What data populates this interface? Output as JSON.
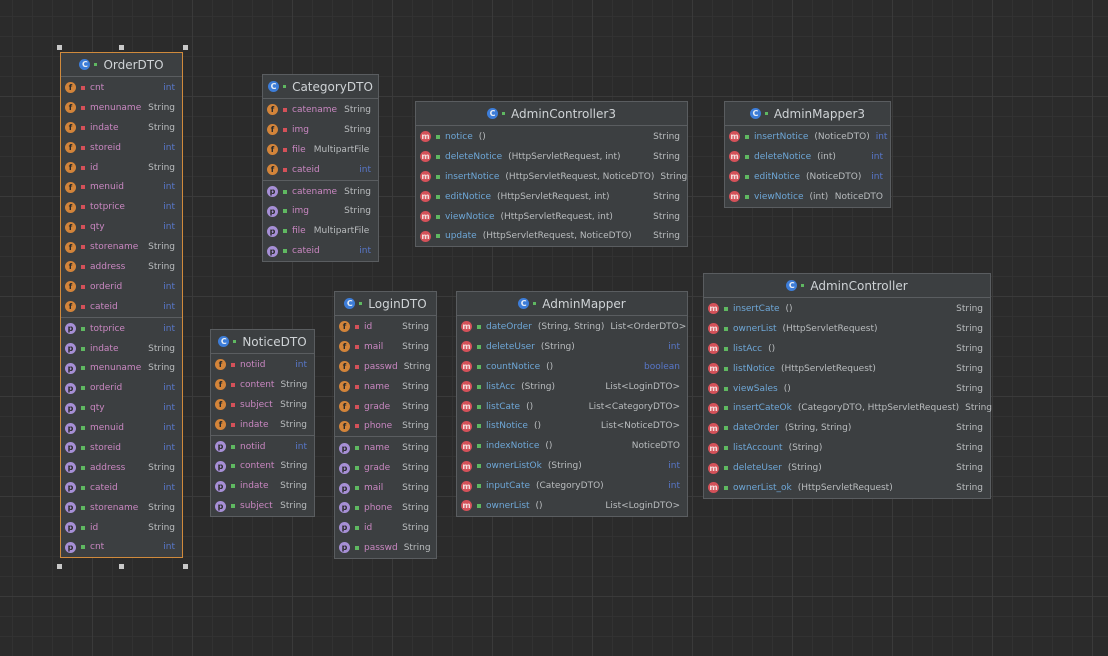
{
  "classes": {
    "orderdto": {
      "name": "OrderDTO",
      "fields": [
        {
          "name": "cnt",
          "type": "int"
        },
        {
          "name": "menuname",
          "type": "String"
        },
        {
          "name": "indate",
          "type": "String"
        },
        {
          "name": "storeid",
          "type": "int"
        },
        {
          "name": "id",
          "type": "String"
        },
        {
          "name": "menuid",
          "type": "int"
        },
        {
          "name": "totprice",
          "type": "int"
        },
        {
          "name": "qty",
          "type": "int"
        },
        {
          "name": "storename",
          "type": "String"
        },
        {
          "name": "address",
          "type": "String"
        },
        {
          "name": "orderid",
          "type": "int"
        },
        {
          "name": "cateid",
          "type": "int"
        }
      ],
      "properties": [
        {
          "name": "totprice",
          "type": "int"
        },
        {
          "name": "indate",
          "type": "String"
        },
        {
          "name": "menuname",
          "type": "String"
        },
        {
          "name": "orderid",
          "type": "int"
        },
        {
          "name": "qty",
          "type": "int"
        },
        {
          "name": "menuid",
          "type": "int"
        },
        {
          "name": "storeid",
          "type": "int"
        },
        {
          "name": "address",
          "type": "String"
        },
        {
          "name": "cateid",
          "type": "int"
        },
        {
          "name": "storename",
          "type": "String"
        },
        {
          "name": "id",
          "type": "String"
        },
        {
          "name": "cnt",
          "type": "int"
        }
      ]
    },
    "categorydto": {
      "name": "CategoryDTO",
      "fields": [
        {
          "name": "catename",
          "type": "String"
        },
        {
          "name": "img",
          "type": "String"
        },
        {
          "name": "file",
          "type": "MultipartFile"
        },
        {
          "name": "cateid",
          "type": "int"
        }
      ],
      "properties": [
        {
          "name": "catename",
          "type": "String"
        },
        {
          "name": "img",
          "type": "String"
        },
        {
          "name": "file",
          "type": "MultipartFile"
        },
        {
          "name": "cateid",
          "type": "int"
        }
      ]
    },
    "noticedto": {
      "name": "NoticeDTO",
      "fields": [
        {
          "name": "notiid",
          "type": "int"
        },
        {
          "name": "content",
          "type": "String"
        },
        {
          "name": "subject",
          "type": "String"
        },
        {
          "name": "indate",
          "type": "String"
        }
      ],
      "properties": [
        {
          "name": "notiid",
          "type": "int"
        },
        {
          "name": "content",
          "type": "String"
        },
        {
          "name": "indate",
          "type": "String"
        },
        {
          "name": "subject",
          "type": "String"
        }
      ]
    },
    "logindto": {
      "name": "LoginDTO",
      "fields": [
        {
          "name": "id",
          "type": "String"
        },
        {
          "name": "mail",
          "type": "String"
        },
        {
          "name": "passwd",
          "type": "String"
        },
        {
          "name": "name",
          "type": "String"
        },
        {
          "name": "grade",
          "type": "String"
        },
        {
          "name": "phone",
          "type": "String"
        }
      ],
      "properties": [
        {
          "name": "name",
          "type": "String"
        },
        {
          "name": "grade",
          "type": "String"
        },
        {
          "name": "mail",
          "type": "String"
        },
        {
          "name": "phone",
          "type": "String"
        },
        {
          "name": "id",
          "type": "String"
        },
        {
          "name": "passwd",
          "type": "String"
        }
      ]
    },
    "admincontroller3": {
      "name": "AdminController3",
      "methods": [
        {
          "name": "notice",
          "params": "()",
          "ret": "String"
        },
        {
          "name": "deleteNotice",
          "params": "(HttpServletRequest, int)",
          "ret": "String"
        },
        {
          "name": "insertNotice",
          "params": "(HttpServletRequest, NoticeDTO)",
          "ret": "String"
        },
        {
          "name": "editNotice",
          "params": "(HttpServletRequest, int)",
          "ret": "String"
        },
        {
          "name": "viewNotice",
          "params": "(HttpServletRequest, int)",
          "ret": "String"
        },
        {
          "name": "update",
          "params": "(HttpServletRequest, NoticeDTO)",
          "ret": "String"
        }
      ]
    },
    "adminmapper3": {
      "name": "AdminMapper3",
      "methods": [
        {
          "name": "insertNotice",
          "params": "(NoticeDTO)",
          "ret": "int"
        },
        {
          "name": "deleteNotice",
          "params": "(int)",
          "ret": "int"
        },
        {
          "name": "editNotice",
          "params": "(NoticeDTO)",
          "ret": "int"
        },
        {
          "name": "viewNotice",
          "params": "(int)",
          "ret": "NoticeDTO"
        }
      ]
    },
    "adminmapper": {
      "name": "AdminMapper",
      "methods": [
        {
          "name": "dateOrder",
          "params": "(String, String)",
          "ret": "List<OrderDTO>"
        },
        {
          "name": "deleteUser",
          "params": "(String)",
          "ret": "int"
        },
        {
          "name": "countNotice",
          "params": "()",
          "ret": "boolean"
        },
        {
          "name": "listAcc",
          "params": "(String)",
          "ret": "List<LoginDTO>"
        },
        {
          "name": "listCate",
          "params": "()",
          "ret": "List<CategoryDTO>"
        },
        {
          "name": "listNotice",
          "params": "()",
          "ret": "List<NoticeDTO>"
        },
        {
          "name": "indexNotice",
          "params": "()",
          "ret": "NoticeDTO"
        },
        {
          "name": "ownerListOk",
          "params": "(String)",
          "ret": "int"
        },
        {
          "name": "inputCate",
          "params": "(CategoryDTO)",
          "ret": "int"
        },
        {
          "name": "ownerList",
          "params": "()",
          "ret": "List<LoginDTO>"
        }
      ]
    },
    "admincontroller": {
      "name": "AdminController",
      "methods": [
        {
          "name": "insertCate",
          "params": "()",
          "ret": "String"
        },
        {
          "name": "ownerList",
          "params": "(HttpServletRequest)",
          "ret": "String"
        },
        {
          "name": "listAcc",
          "params": "()",
          "ret": "String"
        },
        {
          "name": "listNotice",
          "params": "(HttpServletRequest)",
          "ret": "String"
        },
        {
          "name": "viewSales",
          "params": "()",
          "ret": "String"
        },
        {
          "name": "insertCateOk",
          "params": "(CategoryDTO, HttpServletRequest)",
          "ret": "String"
        },
        {
          "name": "dateOrder",
          "params": "(String, String)",
          "ret": "String"
        },
        {
          "name": "listAccount",
          "params": "(String)",
          "ret": "String"
        },
        {
          "name": "deleteUser",
          "params": "(String)",
          "ret": "String"
        },
        {
          "name": "ownerList_ok",
          "params": "(HttpServletRequest)",
          "ret": "String"
        }
      ]
    }
  },
  "icons": {
    "class": "C",
    "field": "f",
    "property": "p",
    "method": "m"
  },
  "colors": {
    "background": "#2b2b2b",
    "panel": "#3c3f41",
    "selected_border": "#d08a3c",
    "field_icon": "#d3843a",
    "property_icon": "#a68fd6",
    "method_icon": "#d45159",
    "class_icon": "#3d7dd8",
    "primitive_type": "#5877c9"
  }
}
